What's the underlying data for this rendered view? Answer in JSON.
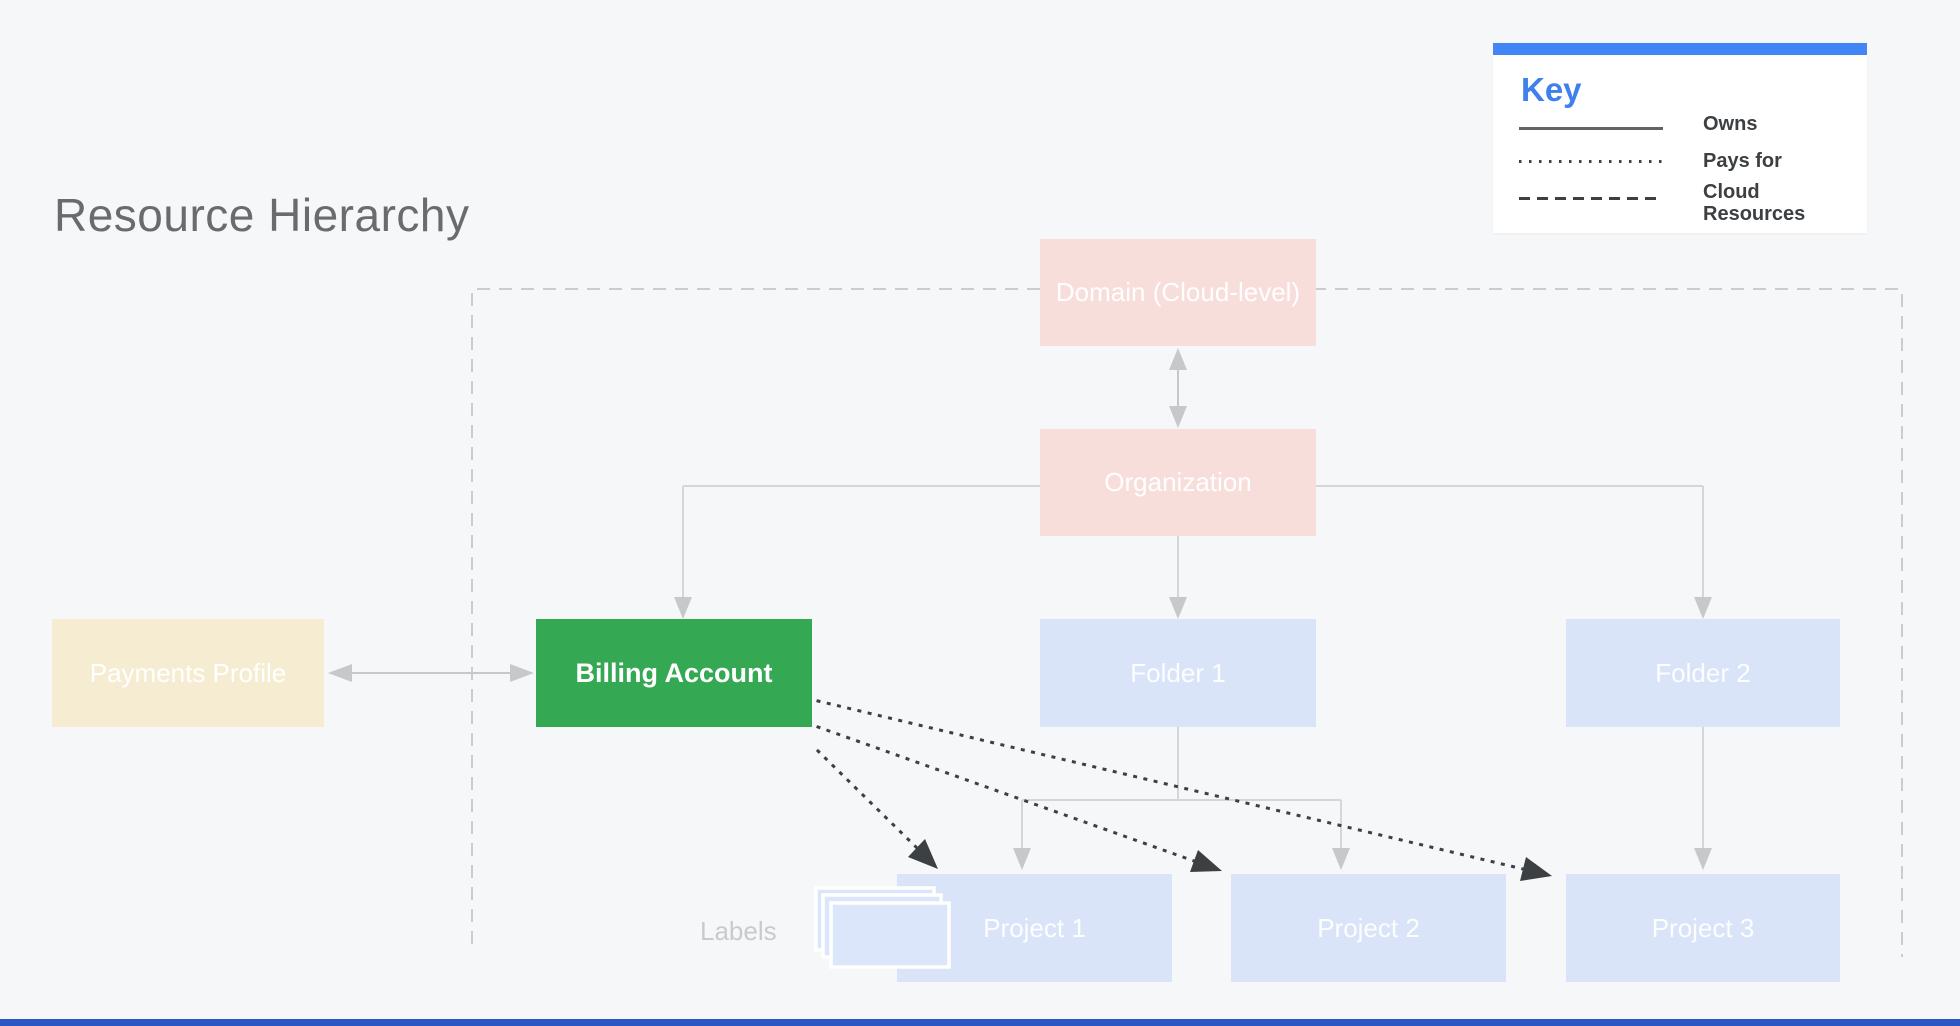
{
  "page": {
    "title": "Resource Hierarchy",
    "background_color": "#f6f7f9",
    "bottom_bar_color": "#2a56c4"
  },
  "key": {
    "title": "Key",
    "accent_color": "#4285f4",
    "entries": [
      {
        "line_style": "solid",
        "label": "Owns"
      },
      {
        "line_style": "dotted",
        "label": "Pays for"
      },
      {
        "line_style": "dashed",
        "label": "Cloud Resources"
      }
    ]
  },
  "nodes": {
    "domain": {
      "label": "Domain (Cloud-level)",
      "color": "#f8dedb"
    },
    "organization": {
      "label": "Organization",
      "color": "#f8dedb"
    },
    "payments_profile": {
      "label": "Payments Profile",
      "color": "#f5ecd2"
    },
    "billing_account": {
      "label": "Billing Account",
      "color": "#34a853"
    },
    "folder1": {
      "label": "Folder 1",
      "color": "#d9e4f9"
    },
    "folder2": {
      "label": "Folder 2",
      "color": "#d9e4f9"
    },
    "project1": {
      "label": "Project 1",
      "color": "#d9e4f9"
    },
    "project2": {
      "label": "Project 2",
      "color": "#d9e4f9"
    },
    "project3": {
      "label": "Project 3",
      "color": "#d9e4f9"
    }
  },
  "annotations": {
    "labels_caption": "Labels"
  },
  "edges": [
    {
      "from": "domain",
      "to": "organization",
      "type": "owns",
      "bidirectional": true
    },
    {
      "from": "organization",
      "to": "billing_account",
      "type": "owns"
    },
    {
      "from": "organization",
      "to": "folder1",
      "type": "owns"
    },
    {
      "from": "organization",
      "to": "folder2",
      "type": "owns"
    },
    {
      "from": "payments_profile",
      "to": "billing_account",
      "type": "owns",
      "bidirectional": true
    },
    {
      "from": "folder1",
      "to": "project1",
      "type": "owns"
    },
    {
      "from": "folder1",
      "to": "project2",
      "type": "owns"
    },
    {
      "from": "folder2",
      "to": "project3",
      "type": "owns"
    },
    {
      "from": "billing_account",
      "to": "project1",
      "type": "pays_for"
    },
    {
      "from": "billing_account",
      "to": "project2",
      "type": "pays_for"
    },
    {
      "from": "billing_account",
      "to": "project3",
      "type": "pays_for"
    },
    {
      "boundary": "cloud_resources",
      "type": "cloud_resources",
      "encloses": [
        "domain",
        "organization",
        "billing_account",
        "folder1",
        "folder2",
        "project1",
        "project2",
        "project3"
      ]
    }
  ]
}
